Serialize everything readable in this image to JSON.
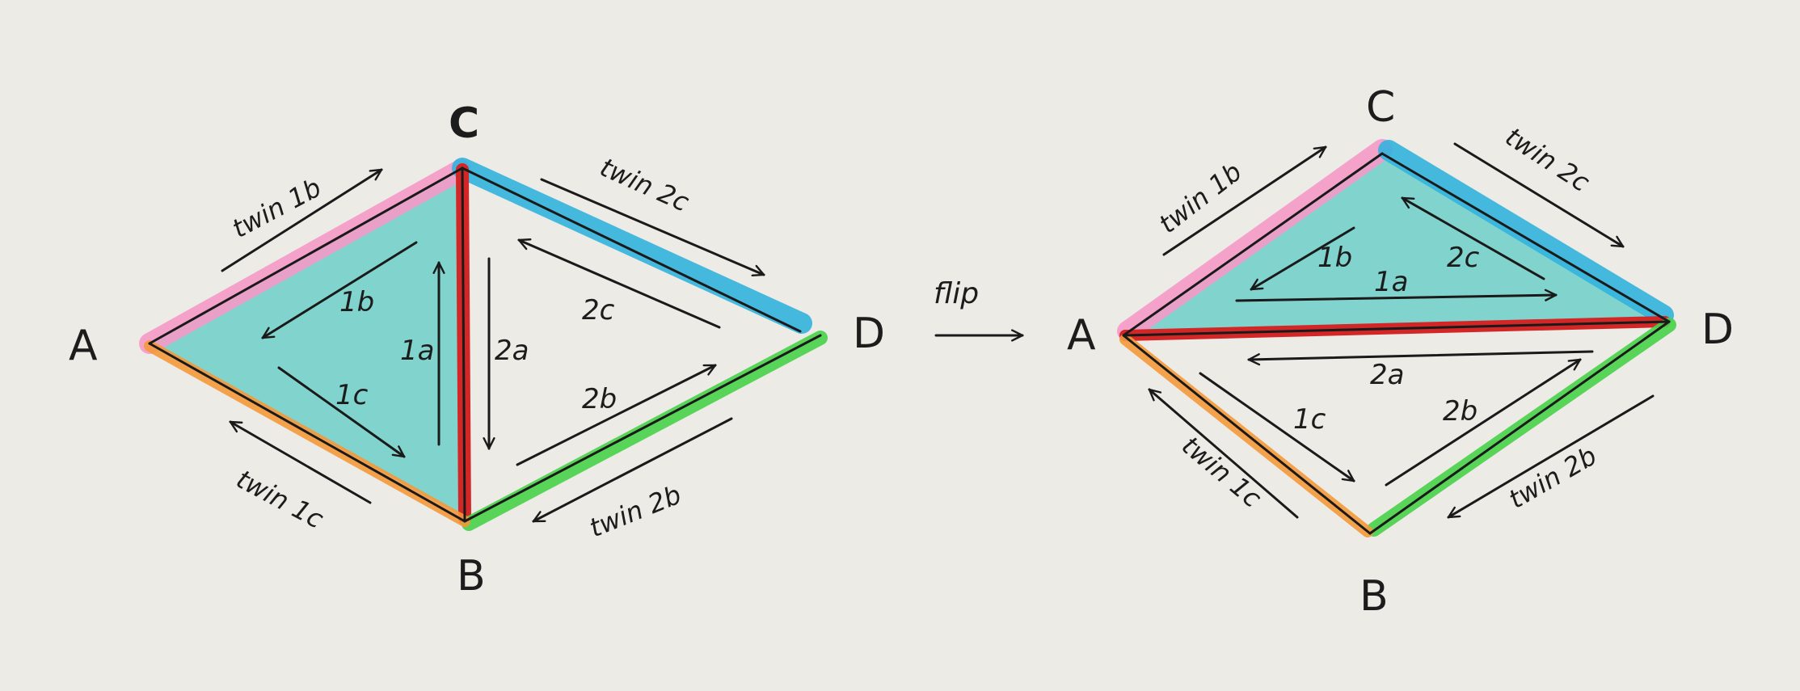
{
  "colors": {
    "paper": "#ecebe6",
    "face_fill": "#6fd0c8",
    "pink": "#f59bc8",
    "blue": "#34b3de",
    "red": "#d32727",
    "green": "#48d24a",
    "orange": "#f5993c",
    "ink": "#1a1a1a"
  },
  "left": {
    "vertices": {
      "A": "A",
      "B": "B",
      "C": "C",
      "D": "D"
    },
    "half_edges": {
      "e1a": "1a",
      "e1b": "1b",
      "e1c": "1c",
      "e2a": "2a",
      "e2b": "2b",
      "e2c": "2c"
    },
    "twins": {
      "t1b": "twin 1b",
      "t1c": "twin 1c",
      "t2b": "twin 2b",
      "t2c": "twin 2c"
    }
  },
  "flip": {
    "label": "flip"
  },
  "right": {
    "vertices": {
      "A": "A",
      "B": "B",
      "C": "C",
      "D": "D"
    },
    "half_edges": {
      "e1a": "1a",
      "e1b": "1b",
      "e1c": "1c",
      "e2a": "2a",
      "e2b": "2b",
      "e2c": "2c"
    },
    "twins": {
      "t1b": "twin 1b",
      "t1c": "twin 1c",
      "t2b": "twin 2b",
      "t2c": "twin 2c"
    }
  }
}
